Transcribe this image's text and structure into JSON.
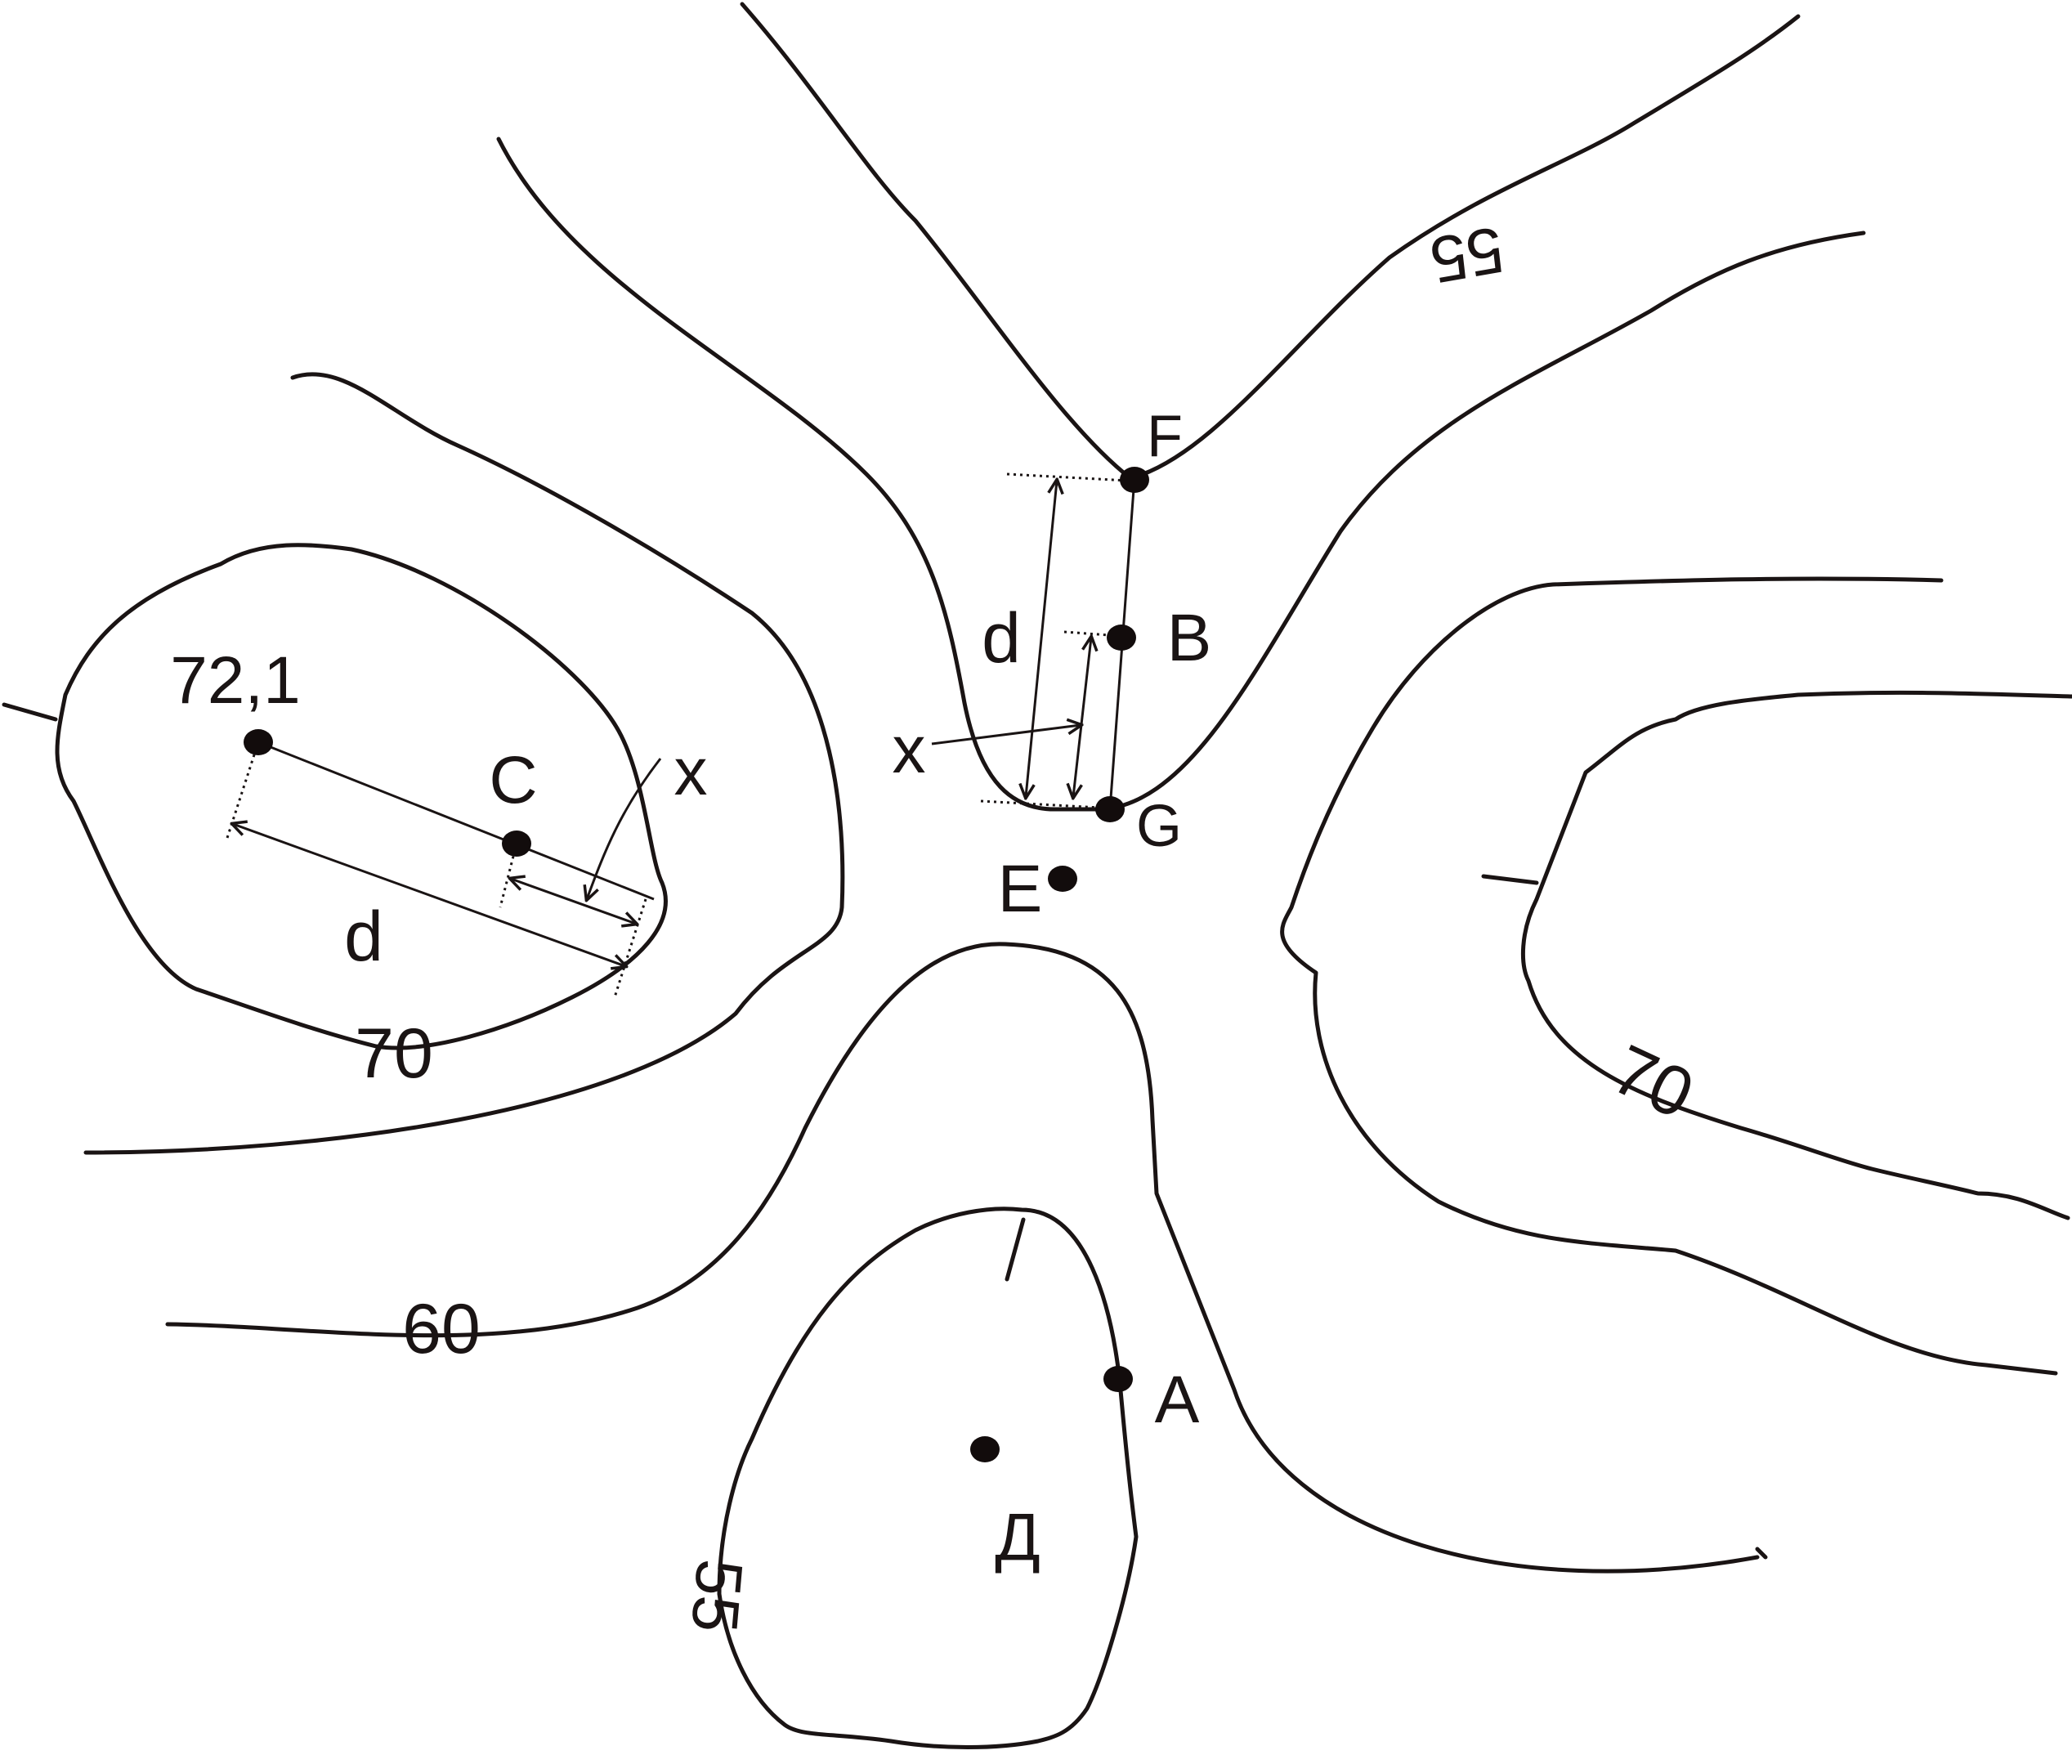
{
  "colors": {
    "line": "#1a1414",
    "point": "#120c0c",
    "background": "#ffffff"
  },
  "contour_labels": {
    "c55_top": "55",
    "c55_bottom": "55",
    "c60": "60",
    "c70_left": "70",
    "c70_right": "70"
  },
  "elevation_label": "72,1",
  "points": {
    "A": "A",
    "B": "B",
    "C": "C",
    "E": "E",
    "F": "F",
    "G": "G",
    "D": "Д"
  },
  "measure_labels": {
    "d_left": "d",
    "x_left": "x",
    "d_center": "d",
    "x_center": "x"
  }
}
